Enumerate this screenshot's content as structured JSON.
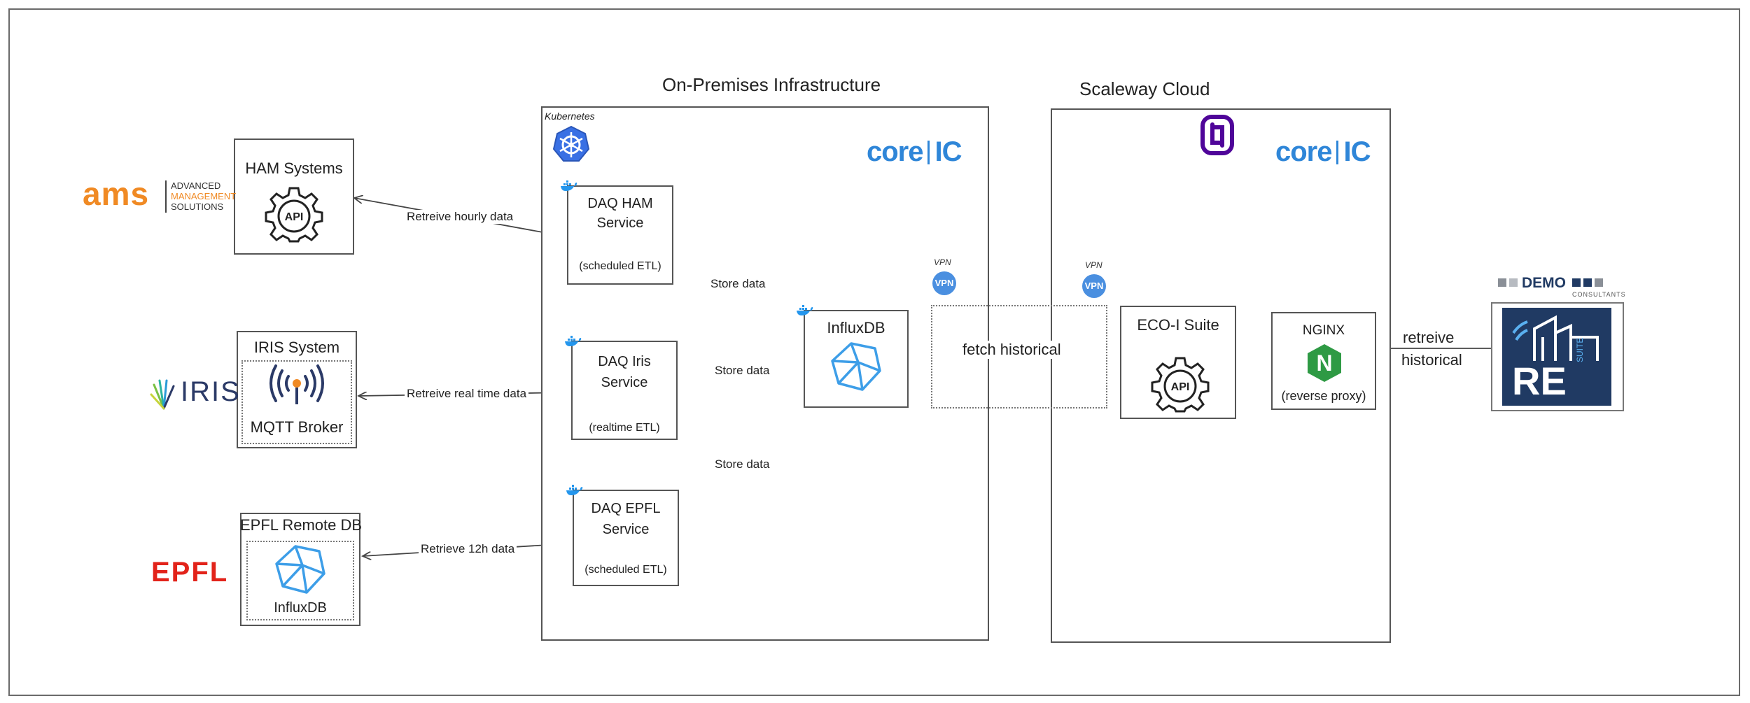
{
  "zones": {
    "onprem_title": "On-Premises Infrastructure",
    "cloud_title": "Scaleway Cloud",
    "kubernetes_label": "Kubernetes",
    "core_brand": "core",
    "core_suffix": "IC"
  },
  "external": {
    "ham_system": {
      "title": "HAM Systems",
      "icon": "api-gear-icon",
      "api_text": "API"
    },
    "iris_system": {
      "title": "IRIS System",
      "subtitle": "MQTT Broker",
      "icon": "broadcast-icon"
    },
    "epfl_db": {
      "title": "EPFL Remote DB",
      "subtitle": "InfluxDB",
      "icon": "influxdb-icon"
    }
  },
  "logos": {
    "ams_text": "ams",
    "ams_line1": "ADVANCED",
    "ams_line2": "MANAGEMENT",
    "ams_line3": "SOLUTIONS",
    "iris": "IRIS",
    "epfl": "EPFL",
    "demo_text": "DEMO",
    "demo_sub": "CONSULTANTS",
    "resuite_main": "RE",
    "resuite_side": "SUITE"
  },
  "services": {
    "daq_ham": {
      "line1": "DAQ HAM",
      "line2": "Service",
      "note": "(scheduled ETL)"
    },
    "daq_iris": {
      "line1": "DAQ Iris",
      "line2": "Service",
      "note": "(realtime ETL)"
    },
    "daq_epfl": {
      "line1": "DAQ EPFL",
      "line2": "Service",
      "note": "(scheduled ETL)"
    },
    "influxdb": {
      "title": "InfluxDB"
    },
    "eco_suite": {
      "title": "ECO-I Suite",
      "api_text": "API"
    },
    "nginx": {
      "title": "NGINX",
      "letter": "N",
      "note": "(reverse proxy)"
    }
  },
  "edges": {
    "retrieve_hourly": "Retreive hourly data",
    "retrieve_realtime": "Retreive real time data",
    "retrieve_12h": "Retrieve 12h data",
    "store1": "Store data",
    "store2": "Store data",
    "store3": "Store data",
    "fetch_historical": "fetch historical",
    "retreive_historical_1": "retreive",
    "retreive_historical_2": "historical"
  },
  "vpn": {
    "badge": "VPN",
    "caption": "VPN"
  },
  "colors": {
    "core_blue": "#2f86d8",
    "influx_blue": "#3d9ee8",
    "nginx_green": "#2e9a44",
    "ams_orange": "#f08a24",
    "epfl_red": "#e2231a",
    "scaleway_purple": "#4f0599",
    "resuite_navy": "#203a63",
    "vpn_blue": "#4a8fe0"
  }
}
